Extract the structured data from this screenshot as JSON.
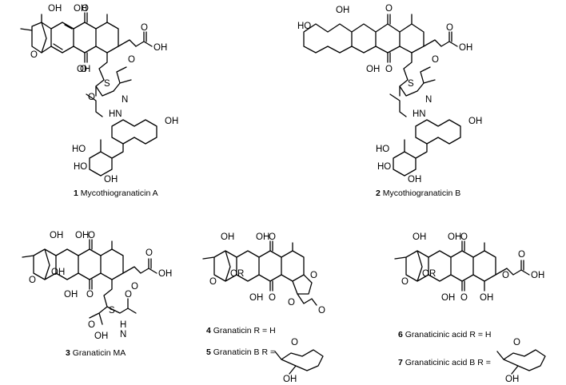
{
  "compounds": [
    {
      "num": "1",
      "name": "Mycothiogranaticin A"
    },
    {
      "num": "2",
      "name": "Mycothiogranaticin B"
    },
    {
      "num": "3",
      "name": "Granaticin MA"
    },
    {
      "num": "4",
      "name": "Granaticin",
      "r": "R = H"
    },
    {
      "num": "5",
      "name": "Granaticin B",
      "r": "R ="
    },
    {
      "num": "6",
      "name": "Granaticinic acid",
      "r": "R = H"
    },
    {
      "num": "7",
      "name": "Granaticinic acid B",
      "r": "R ="
    }
  ],
  "atoms": {
    "oh": "OH",
    "ho": "HO",
    "o": "O",
    "s": "S",
    "h": "H",
    "hn": "HN",
    "n": "N",
    "or": "OR",
    "methyl": "''",
    "stereo": "''"
  }
}
